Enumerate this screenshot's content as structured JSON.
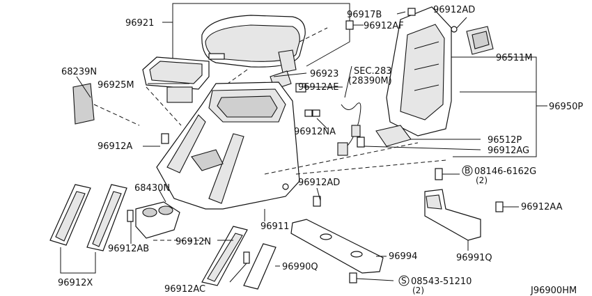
{
  "labels": {
    "p96921": "96921",
    "p96917B": "96917B",
    "p96912AF": "96912AF",
    "p96912AD_top": "96912AD",
    "p96511M": "96511M",
    "p68239N": "68239N",
    "p96925M": "96925M",
    "sec283_a": "SEC.283",
    "sec283_b": "(28390M)",
    "p96923": "96923",
    "p96912AE": "96912AE",
    "p96950P": "96950P",
    "p96912NA": "96912NA",
    "p96512P": "96512P",
    "p96912A": "96912A",
    "p96912AG": "96912AG",
    "bolt_circle": "B",
    "p08146": "08146-6162G",
    "p08146_qty": "(2)",
    "p68430N": "68430N",
    "p96912AD_mid": "96912AD",
    "p96912AA": "96912AA",
    "p96912AB": "96912AB",
    "p96911": "96911",
    "p96912N": "96912N",
    "p96991Q": "96991Q",
    "p96994": "96994",
    "p96990Q": "96990Q",
    "p96912X": "96912X",
    "p96912AC": "96912AC",
    "screw_circle": "S",
    "p08543": "08543-51210",
    "p08543_qty": "(2)",
    "diagram_id": "J96900HM"
  }
}
